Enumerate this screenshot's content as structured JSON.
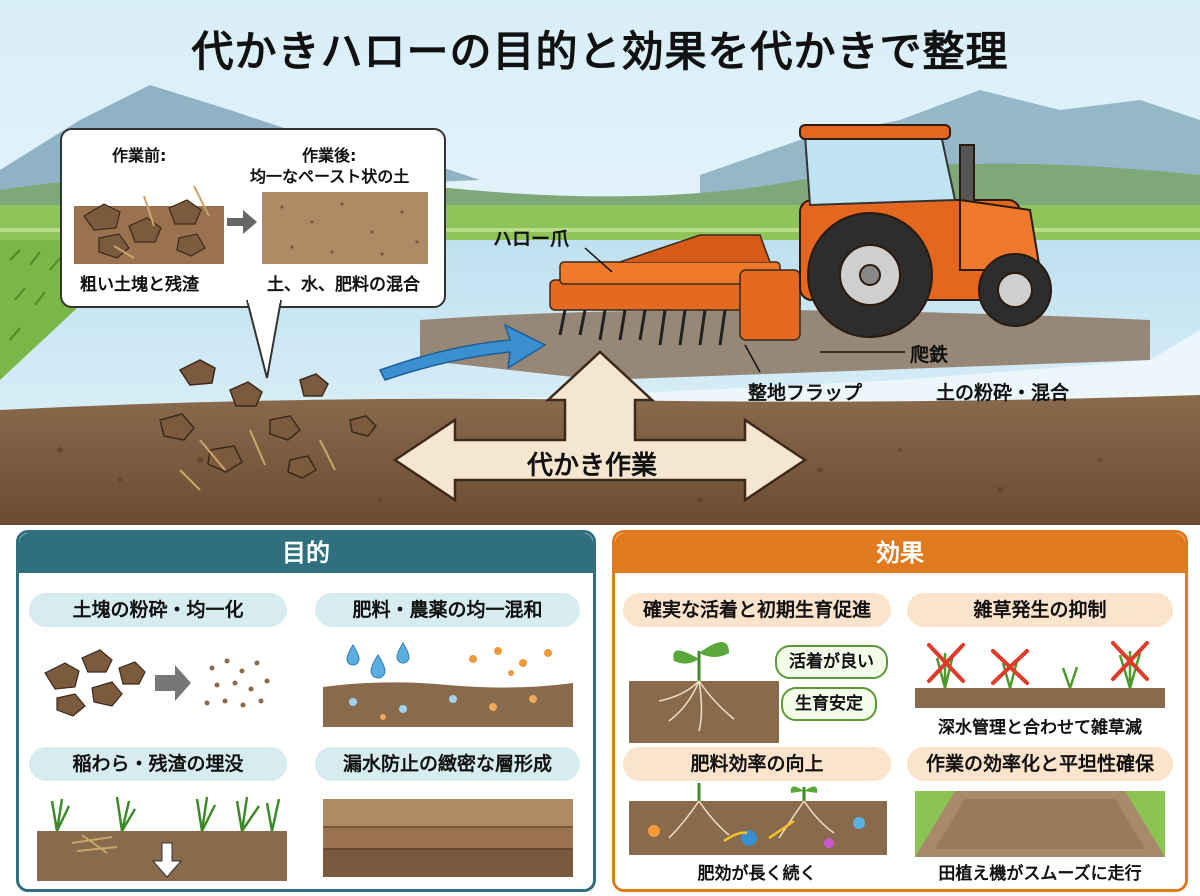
{
  "title": "代かきハローの目的と効果を代かきで整理",
  "scene": {
    "before_label": "作業前:",
    "after_label": "作業後:",
    "after_sub": "均一なペースト状の土",
    "before_caption": "粗い土塊と残渣",
    "after_caption": "土、水、肥料の混合",
    "harrow_claw": "ハロー爪",
    "blade": "爬鉄",
    "leveling_flap": "整地フラップ",
    "crushing": "土の粉砕・混合",
    "operation": "代かき作業"
  },
  "purpose": {
    "header": "目的",
    "items": [
      {
        "title": "土塊の粉砕・均一化"
      },
      {
        "title": "肥料・農薬の均一混和"
      },
      {
        "title": "稲わら・残渣の埋没"
      },
      {
        "title": "漏水防止の緻密な層形成"
      }
    ]
  },
  "effects": {
    "header": "効果",
    "items": [
      {
        "title": "確実な活着と初期生育促進",
        "badges": [
          "活着が良い",
          "生育安定"
        ]
      },
      {
        "title": "雑草発生の抑制",
        "caption": "深水管理と合わせて雑草減"
      },
      {
        "title": "肥料効率の向上",
        "caption": "肥効が長く続く"
      },
      {
        "title": "作業の効率化と平坦性確保",
        "caption": "田植え機がスムーズに走行"
      }
    ]
  },
  "colors": {
    "purpose_accent": "#2f6f7e",
    "effects_accent": "#e07a1f",
    "purpose_pill": "#d7ecef",
    "effects_pill": "#fbe3cc",
    "tractor": "#e5661f",
    "soil": "#7a5a3f"
  }
}
